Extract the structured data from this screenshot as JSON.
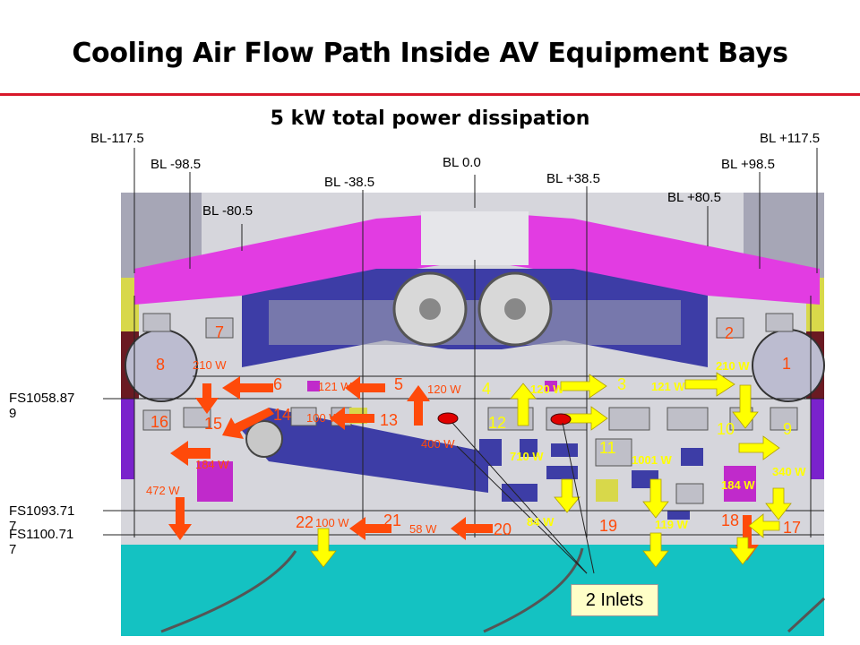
{
  "title": "Cooling Air Flow Path Inside AV Equipment Bays",
  "subtitle": "5 kW total power dissipation",
  "butt_lines": [
    "BL-117.5",
    "BL -98.5",
    "BL -80.5",
    "BL -38.5",
    "BL 0.0",
    "BL +38.5",
    "BL +80.5",
    "BL +98.5",
    "BL +117.5"
  ],
  "fuselage_stations": [
    "FS1058.87\n9",
    "FS1093.71\n7",
    "FS1100.71\n7"
  ],
  "zones": [
    "1",
    "2",
    "4",
    "3",
    "5",
    "6",
    "7",
    "8",
    "9",
    "10",
    "11",
    "12",
    "13",
    "14",
    "15",
    "16",
    "17",
    "18",
    "19",
    "20",
    "21",
    "22"
  ],
  "watts": {
    "w210_left": "210 W",
    "w121_a": "121 W",
    "w120_a": "120 W",
    "w120_b": "120 W",
    "w121_b": "121 W",
    "w210_right": "210 W",
    "w100_a": "100 W",
    "w400": "400 W",
    "w710": "710 W",
    "w1001": "1001 W",
    "w184_left": "184 W",
    "w472": "472 W",
    "w184_right": "184 W",
    "w340": "340 W",
    "w100_b": "100 W",
    "w58": "58 W",
    "w84": "84 W",
    "w119": "119 W"
  },
  "inlets_label": "2 Inlets",
  "colors": {
    "rule": "#d8182a",
    "orange_arrow": "#ff4a0a",
    "yellow_arrow": "#ffff00",
    "magenta": "#e23ce2",
    "teal": "#14c2c2",
    "navy": "#3d3da6",
    "purple": "#7a22cc",
    "olive": "#d8d84a",
    "maroon": "#6a1a22"
  }
}
